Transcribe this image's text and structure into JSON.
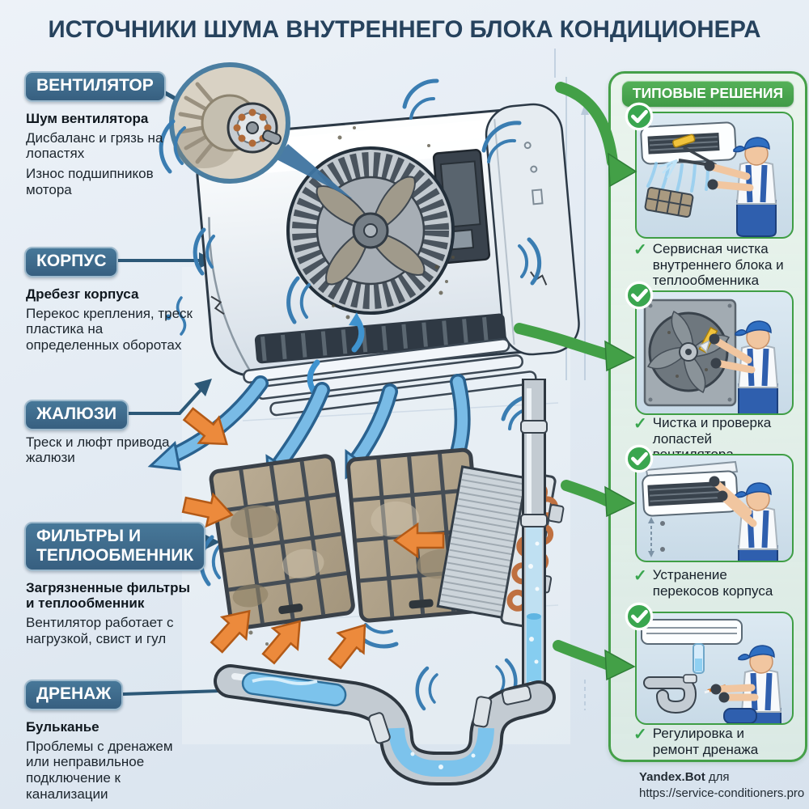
{
  "title": "ИСТОЧНИКИ ШУМА ВНУТРЕННЕГО БЛОКА КОНДИЦИОНЕРА",
  "callouts": [
    {
      "label": "ВЕНТИЛЯТОР",
      "heading": "Шум вентилятора",
      "lines": [
        "Дисбаланс и грязь на лопастях",
        "Износ подшипников мотора"
      ]
    },
    {
      "label": "КОРПУС",
      "heading": "Дребезг корпуса",
      "lines": [
        "Перекос крепления, треск пластика на определенных оборотах"
      ]
    },
    {
      "label": "ЖАЛЮЗИ",
      "heading": "",
      "lines": [
        "Треск и люфт привода жалюзи"
      ]
    },
    {
      "label": "ФИЛЬТРЫ И ТЕПЛООБМЕННИК",
      "heading": "Загрязненные фильтры и теплообменник",
      "lines": [
        "Вентилятор работает с нагрузкой, свист и гул"
      ]
    },
    {
      "label": "ДРЕНАЖ",
      "heading": "Бульканье",
      "lines": [
        "Проблемы с дренажем или неправильное подключение к канализации"
      ]
    }
  ],
  "solutions": {
    "header": "ТИПОВЫЕ РЕШЕНИЯ",
    "check_glyph": "✓",
    "items": [
      {
        "caption": "Сервисная чистка внутреннего блока и теплообменника"
      },
      {
        "caption": "Чистка и проверка лопастей вентилятора"
      },
      {
        "caption": "Устранение перекосов корпуса"
      },
      {
        "caption": "Регулировка и ремонт дренажа"
      }
    ]
  },
  "footer": {
    "brand": "Yandex.Bot",
    "suffix": "для",
    "url": "https://service-conditioners.pro"
  },
  "colors": {
    "label_blue": "#3e6d90",
    "solution_green": "#45a049",
    "airflow_blue": "#74b8e4",
    "hot_air_orange": "#ec8a3c",
    "title_navy": "#26425d",
    "copper": "#bf7040"
  }
}
